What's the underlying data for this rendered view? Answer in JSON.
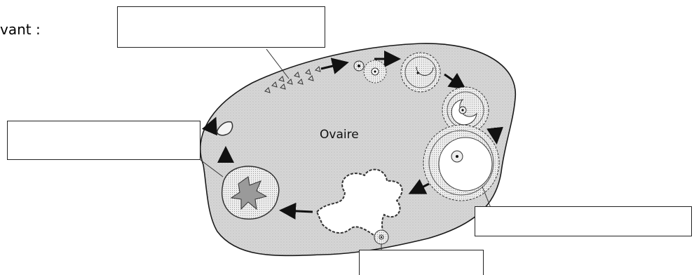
{
  "header_fragment": "vant :",
  "ovary_label": "Ovaire",
  "colors": {
    "ovary_fill": "#d5d5d5",
    "outline": "#1a1a1a",
    "follicle_fill": "#ececec",
    "antrum_fill": "#ffffff"
  },
  "label_boxes": [
    {
      "id": "primordial-follicles-label",
      "text": ""
    },
    {
      "id": "corpus-albicans-label",
      "text": ""
    },
    {
      "id": "mature-follicle-label",
      "text": ""
    },
    {
      "id": "ovocyte-label",
      "text": ""
    }
  ]
}
